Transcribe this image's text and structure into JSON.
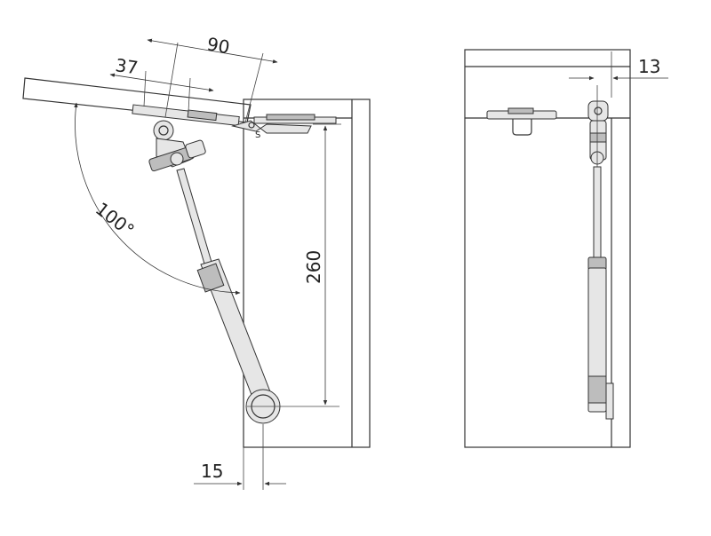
{
  "dimensions": {
    "flap_depth": "90",
    "hinge_offset": "37",
    "opening_angle": "100°",
    "stroke_height": "260",
    "mount_offset_bottom": "15",
    "mount_offset_side": "13"
  },
  "labels": {
    "hinge_mark": "S"
  },
  "colors": {
    "line": "#333333",
    "part_fill": "#e6e6e6",
    "part_dark": "#bdbdbd"
  }
}
